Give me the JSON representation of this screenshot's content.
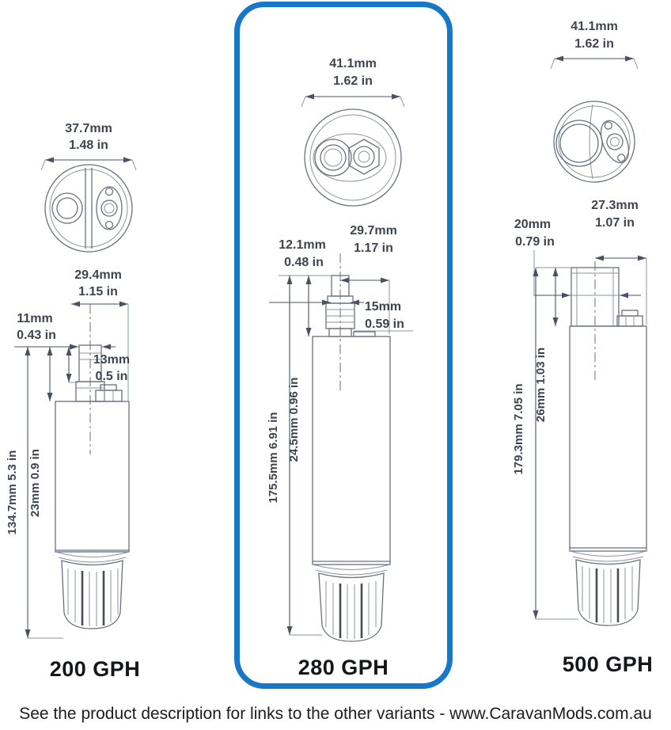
{
  "footer_text": "See the product description for links to the other variants - www.CaravanMods.com.au",
  "highlight_color": "#1878c8",
  "pumps": {
    "p200": {
      "label": "200 GPH",
      "dims": {
        "top_width_mm": "37.7mm",
        "top_width_in": "1.48 in",
        "outlet_offset_mm": "29.4mm",
        "outlet_offset_in": "1.15 in",
        "outlet_od_mm": "11mm",
        "outlet_od_in": "0.43 in",
        "outlet_len_mm": "13mm",
        "outlet_len_in": "0.5 in",
        "height_total": "134.7mm 5.3 in",
        "height_upper": "23mm 0.9 in"
      }
    },
    "p280": {
      "label": "280 GPH",
      "highlighted": true,
      "dims": {
        "top_width_mm": "41.1mm",
        "top_width_in": "1.62 in",
        "outlet_offset_mm": "29.7mm",
        "outlet_offset_in": "1.17 in",
        "outlet_od_mm": "12.1mm",
        "outlet_od_in": "0.48 in",
        "outlet_len_mm": "15mm",
        "outlet_len_in": "0.59 in",
        "height_total": "175.5mm 6.91 in",
        "height_upper": "24.5mm 0.96 in"
      }
    },
    "p500": {
      "label": "500 GPH",
      "dims": {
        "top_width_mm": "41.1mm",
        "top_width_in": "1.62 in",
        "outlet_offset_mm": "27.3mm",
        "outlet_offset_in": "1.07 in",
        "outlet_od_mm": "20mm",
        "outlet_od_in": "0.79 in",
        "height_total": "179.3mm 7.05 in",
        "height_upper": "26mm 1.03 in"
      }
    }
  }
}
